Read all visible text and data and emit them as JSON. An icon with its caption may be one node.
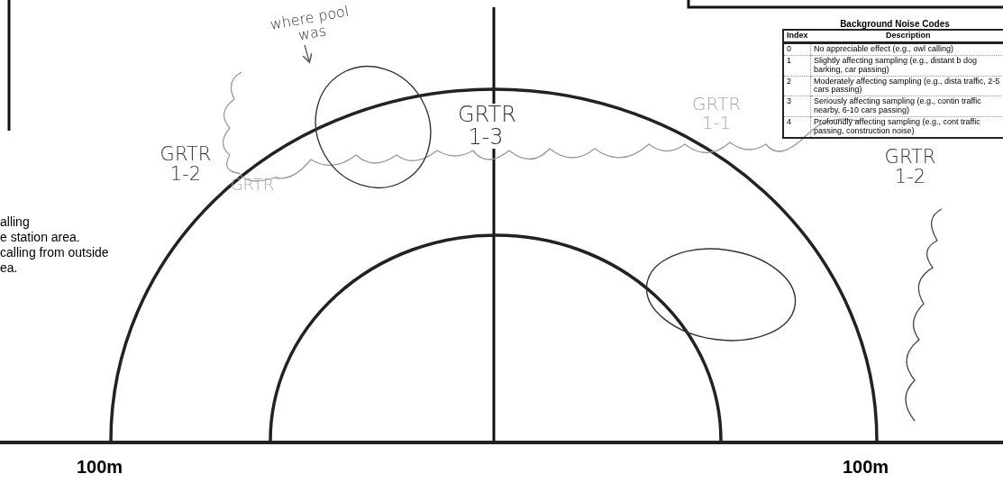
{
  "diagram": {
    "nodes": [
      {
        "text": [
          "where pool was"
        ]
      },
      {
        "text": [],
        "shape": "circle"
      },
      {
        "text": [],
        "shape": "circle"
      }
    ],
    "edges": [
      {
        "from": 0,
        "to": 1,
        "arrow": "to"
      }
    ],
    "labels": [
      "alling",
      "e station area.",
      "calling from outside",
      "ea.",
      "GRTR 1-2",
      "GRTR",
      "GRTR 1-3",
      "GRTR 1-1",
      "GRTR 1-2",
      "Background Noise Codes",
      "Index",
      "Description",
      "0",
      "No appreciable effect (e.g., owl calling)",
      "1",
      "Slightly affecting sampling (e.g., distant b dog barking, car passing)",
      "2",
      "Moderately affecting sampling (e.g., dista traffic, 2-5 cars passing)",
      "3",
      "Seriously affecting sampling (e.g., contin traffic nearby, 6-10 cars passing)",
      "4",
      "Profoundly affecting sampling (e.g., cont traffic passing, construction noise)",
      "100m",
      "100m"
    ]
  }
}
